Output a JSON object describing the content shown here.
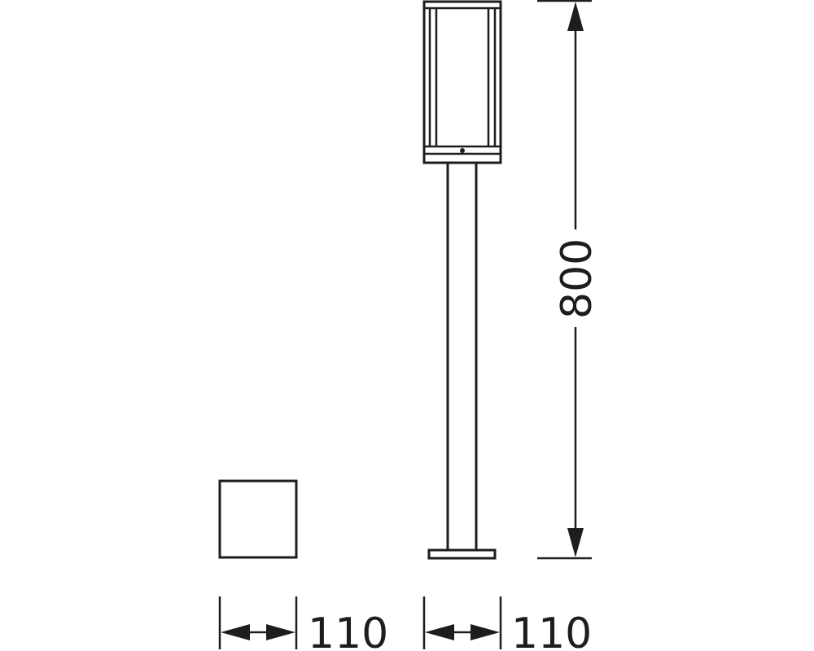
{
  "diagram": {
    "type": "technical dimension drawing",
    "subject": "bollard lamp",
    "colors": {
      "line": "#1d1d1b",
      "background": "#ffffff"
    },
    "views": [
      {
        "name": "top-view",
        "shape": "square"
      },
      {
        "name": "front-view",
        "shape": "bollard lamp with rectangular head, post and base plate"
      }
    ],
    "dimensions": {
      "top_view_width": "110",
      "front_view_width": "110",
      "height": "800"
    }
  }
}
